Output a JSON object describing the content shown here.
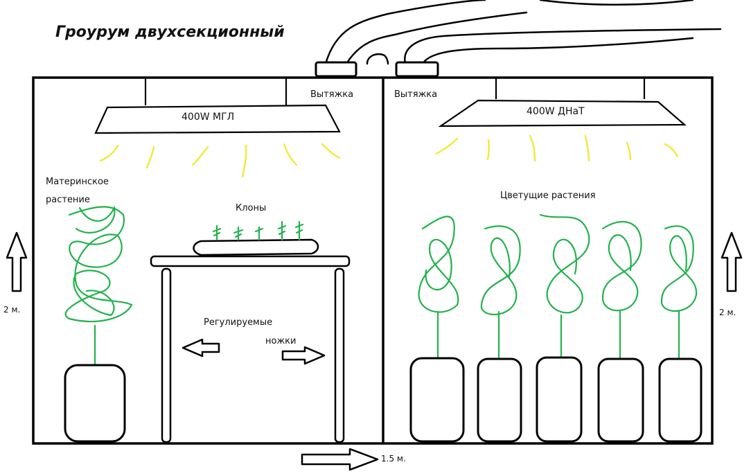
{
  "title": "Гроурум двухсекционный",
  "exhaust_left": "Вытяжка",
  "exhaust_right": "Вытяжка",
  "lamp_left": "400W МГЛ",
  "lamp_right": "400W ДНаТ",
  "mother_plant": [
    "Материнское",
    "растение"
  ],
  "clones": "Клоны",
  "flowering_plants": "Цветущие растения",
  "adjustable_legs": [
    "Регулируемые",
    "ножки"
  ],
  "height_left": "2 м.",
  "height_right": "2 м.",
  "width": "1.5 м.",
  "colors": {
    "line": "#000000",
    "plant": "#22b24c",
    "light": "#f2ea3d"
  }
}
